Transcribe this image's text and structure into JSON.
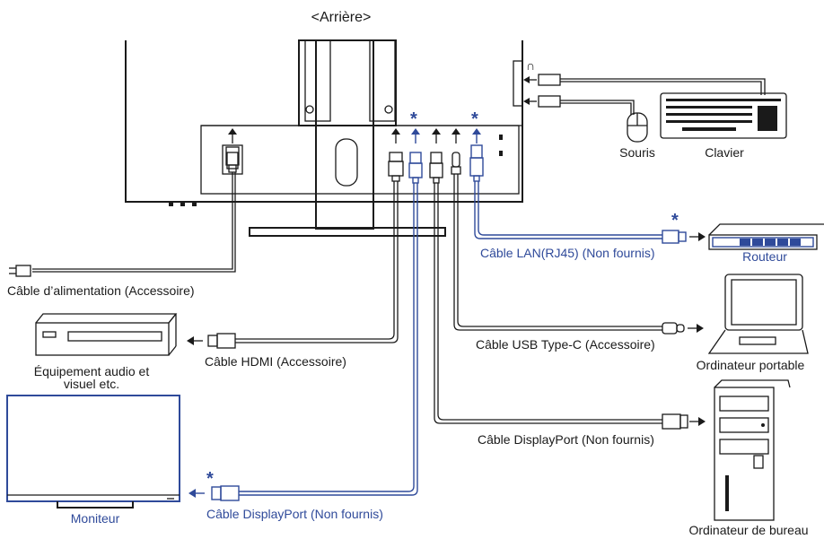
{
  "colors": {
    "ink": "#1a1a1a",
    "accent": "#2f4a9a"
  },
  "labels": {
    "rear_title": "<Arrière>",
    "star": "*",
    "souris": "Souris",
    "clavier": "Clavier",
    "lan_cable": "Câble LAN(RJ45) (Non fournis)",
    "routeur": "Routeur",
    "power_cable": "Câble d’alimentation (Accessoire)",
    "hdmi_cable": "Câble HDMI (Accessoire)",
    "av_line1": "Équipement audio et",
    "av_line2": "visuel etc.",
    "usbc_cable": "Câble USB Type-C (Accessoire)",
    "laptop": "Ordinateur portable",
    "dp_cable_right": "Câble DisplayPort (Non fournis)",
    "dp_cable_left": "Câble DisplayPort (Non fournis)",
    "moniteur": "Moniteur",
    "desktop": "Ordinateur de bureau"
  },
  "icons": {
    "usb": "usb-icon",
    "arrow": "arrow-icon",
    "power": "power-plug-icon",
    "hdmi": "hdmi-plug-icon",
    "displayport": "displayport-plug-icon",
    "usbc": "usb-c-plug-icon",
    "lan": "rj45-plug-icon"
  }
}
